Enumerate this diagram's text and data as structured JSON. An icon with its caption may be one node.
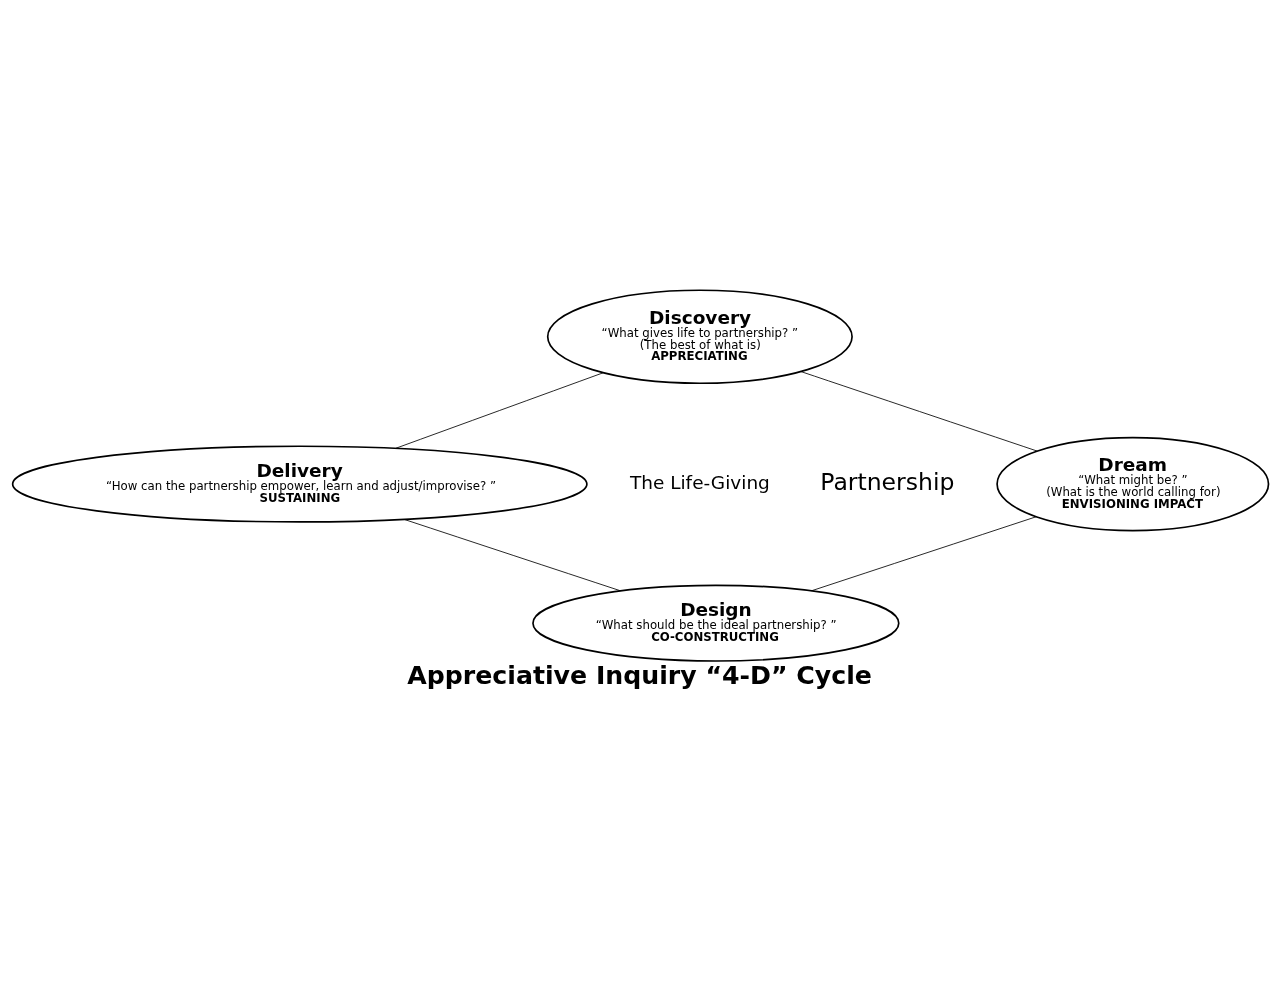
{
  "diagram": {
    "caption": "Appreciative Inquiry “4-D” Cycle",
    "nodes": [
      {
        "text": [
          "Discovery",
          "“What gives life to partnership? ”",
          "(The best of what is)",
          "APPRECIATING"
        ]
      },
      {
        "text": [
          "Dream",
          "“What might be? ”",
          "(What is the world calling for)",
          "ENVISIONING IMPACT"
        ]
      },
      {
        "text": [
          "Design",
          "“What should be the ideal partnership? ”",
          "CO-CONSTRUCTING"
        ]
      },
      {
        "text": [
          "Delivery",
          "“How can the partnership empower, learn and adjust/improvise? ”",
          "SUSTAINING"
        ]
      }
    ],
    "edges": [
      {
        "from": 0,
        "to": 1,
        "arrow": "none"
      },
      {
        "from": 1,
        "to": 2,
        "arrow": "none"
      },
      {
        "from": 3,
        "to": 2,
        "arrow": "none"
      },
      {
        "from": 0,
        "to": 3,
        "arrow": "none"
      }
    ],
    "labels": [
      "The Life-Giving",
      "Partnership"
    ]
  }
}
